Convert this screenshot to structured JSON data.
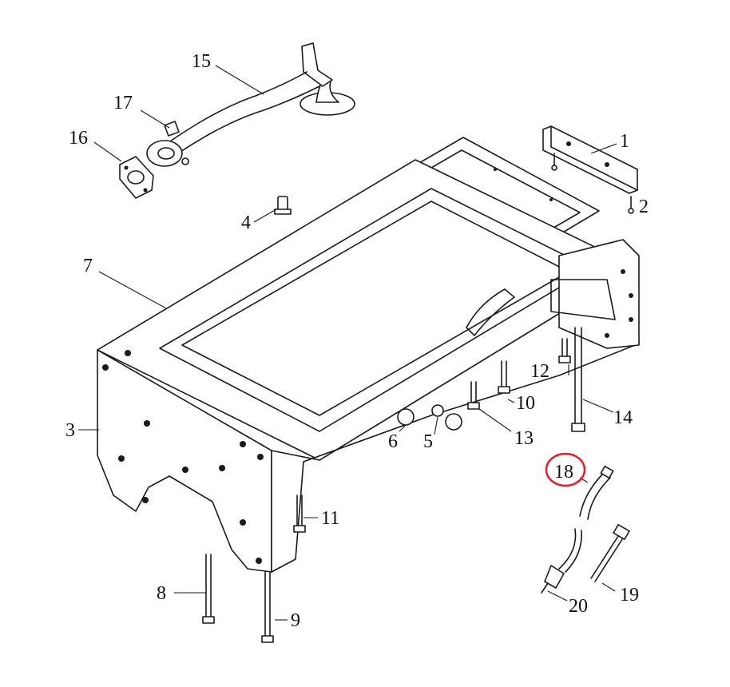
{
  "callouts": [
    {
      "id": "1",
      "label": "1"
    },
    {
      "id": "2",
      "label": "2"
    },
    {
      "id": "3",
      "label": "3"
    },
    {
      "id": "4",
      "label": "4"
    },
    {
      "id": "5",
      "label": "5"
    },
    {
      "id": "6",
      "label": "6"
    },
    {
      "id": "7",
      "label": "7"
    },
    {
      "id": "8",
      "label": "8"
    },
    {
      "id": "9",
      "label": "9"
    },
    {
      "id": "10",
      "label": "10"
    },
    {
      "id": "11",
      "label": "11"
    },
    {
      "id": "12",
      "label": "12"
    },
    {
      "id": "13",
      "label": "13"
    },
    {
      "id": "14",
      "label": "14"
    },
    {
      "id": "15",
      "label": "15"
    },
    {
      "id": "16",
      "label": "16"
    },
    {
      "id": "17",
      "label": "17"
    },
    {
      "id": "18",
      "label": "18"
    },
    {
      "id": "19",
      "label": "19"
    },
    {
      "id": "20",
      "label": "20"
    }
  ],
  "highlighted_callout": "18",
  "colors": {
    "line": "#1a1a1a",
    "highlight": "#e0202a",
    "background": "#ffffff"
  }
}
